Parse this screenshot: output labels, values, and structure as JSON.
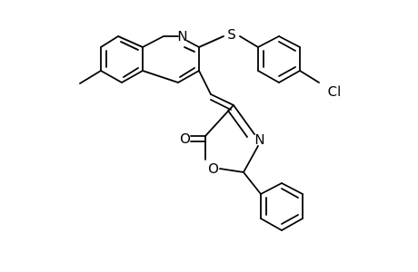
{
  "atoms": {
    "N_quinoline": "N",
    "S": "S",
    "Cl": "Cl",
    "O_carbonyl": "O",
    "N_oxazole": "N",
    "O_ring": "O"
  }
}
